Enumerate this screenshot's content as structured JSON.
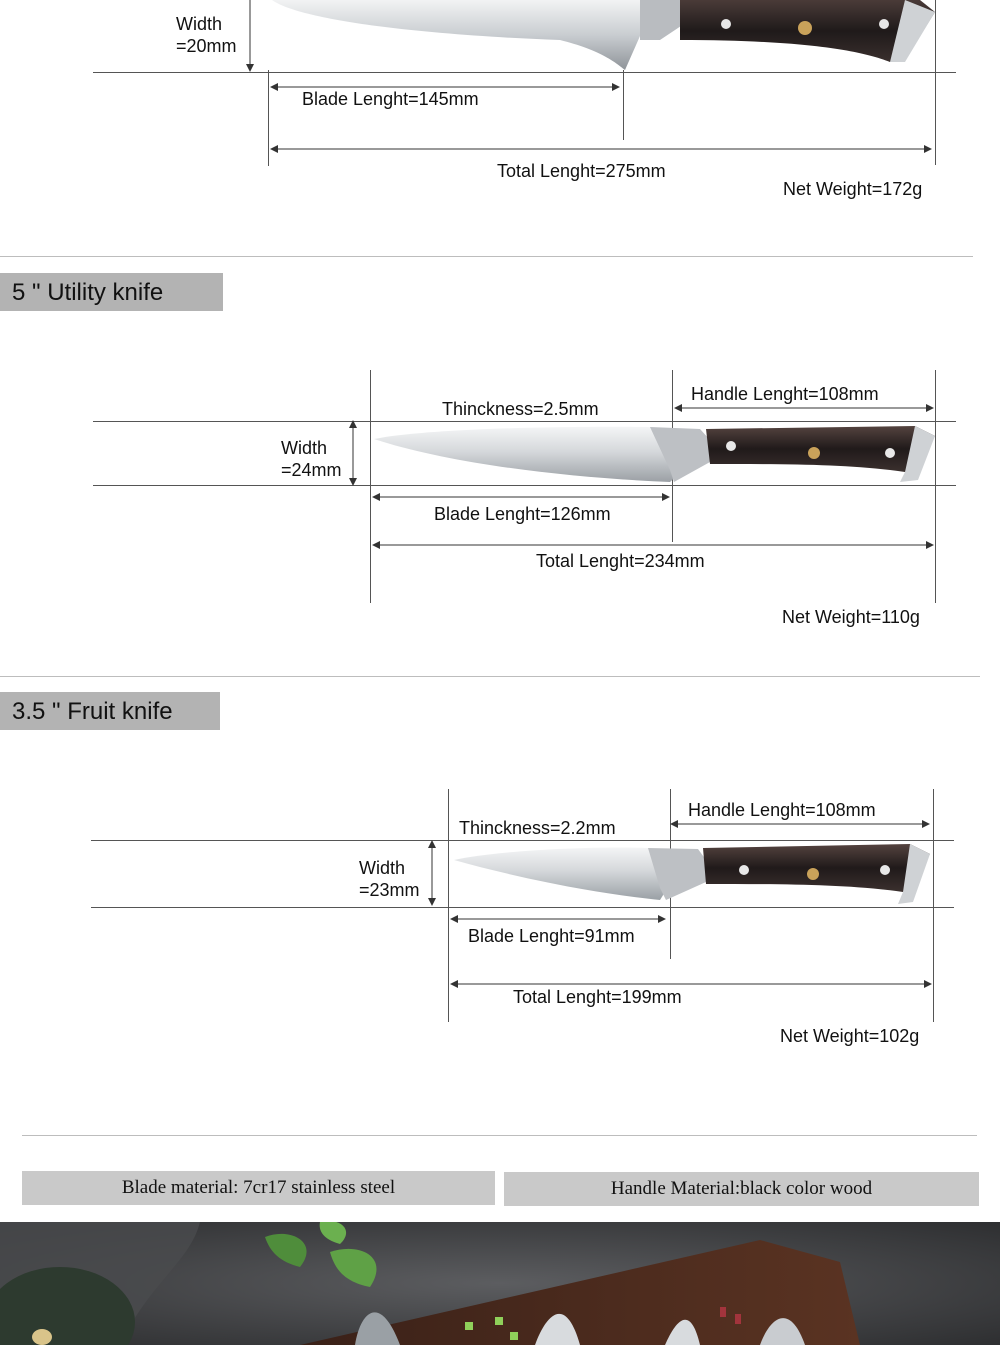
{
  "knife1": {
    "width_label_1": "Width",
    "width_label_2": "=20mm",
    "blade_length": "Blade Lenght=145mm",
    "total_length": "Total Lenght=275mm",
    "net_weight": "Net Weight=172g"
  },
  "knife2": {
    "title": "5 \" Utility knife",
    "thickness": "Thinckness=2.5mm",
    "handle_length": "Handle Lenght=108mm",
    "width_label_1": "Width",
    "width_label_2": "=24mm",
    "blade_length": "Blade Lenght=126mm",
    "total_length": "Total Lenght=234mm",
    "net_weight": "Net Weight=110g"
  },
  "knife3": {
    "title": "3.5 \" Fruit knife",
    "thickness": "Thinckness=2.2mm",
    "handle_length": "Handle Lenght=108mm",
    "width_label_1": "Width",
    "width_label_2": "=23mm",
    "blade_length": "Blade Lenght=91mm",
    "total_length": "Total Lenght=199mm",
    "net_weight": "Net Weight=102g"
  },
  "materials": {
    "blade": "Blade material: 7cr17 stainless steel",
    "handle": "Handle Material:black color wood"
  },
  "colors": {
    "title_bar": "#b3b3b3",
    "material_bar": "#c9c9c9",
    "handle_wood": "#2a2424",
    "blade_steel": "#d9dcdf"
  }
}
